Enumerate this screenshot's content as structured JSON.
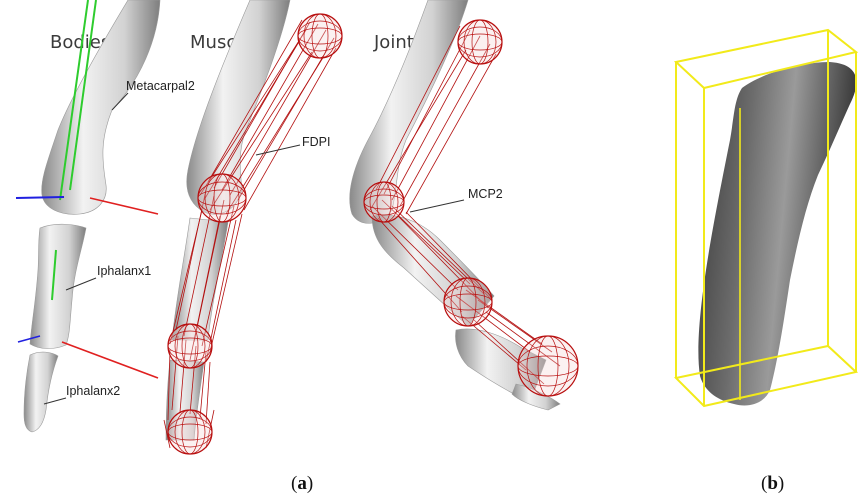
{
  "panel_a": {
    "headings": {
      "bodies": "Bodies",
      "muscles": "Muscles",
      "joints": "Joints"
    },
    "labels": {
      "metacarpal2": "Metacarpal2",
      "iphalanx1": "Iphalanx1",
      "iphalanx2": "Iphalanx2",
      "fdpi": "FDPI",
      "mcp2": "MCP2"
    },
    "caption_letter": "a"
  },
  "panel_b": {
    "caption_letter": "b"
  },
  "colors": {
    "bone": "#d8d8d8",
    "muscle": "#b31010",
    "axis_green": "#2ecc2e",
    "axis_red": "#e02020",
    "axis_blue": "#2020e0",
    "bounding_box": "#f2ea1a",
    "bone_dark": "#505050"
  }
}
